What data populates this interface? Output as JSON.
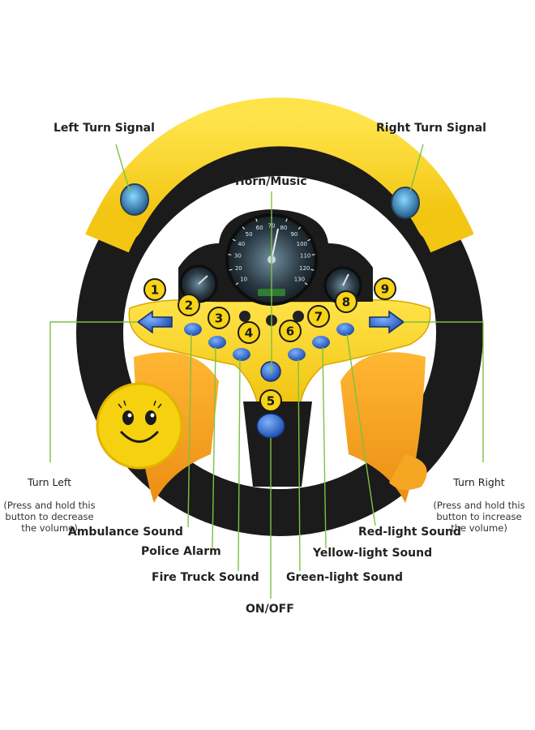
{
  "labels": {
    "left_turn_signal": "Left Turn Signal",
    "right_turn_signal": "Right Turn Signal",
    "horn_music": "Horn/Music",
    "turn_left": "Turn Left",
    "turn_left_note": "(Press and hold this\nbutton to decrease\nthe volume)",
    "turn_right": "Turn Right",
    "turn_right_note": "(Press and hold this\nbutton to increase\nthe volume)",
    "ambulance_sound": "Ambulance Sound",
    "police_alarm": "Police Alarm",
    "fire_truck_sound": "Fire Truck Sound",
    "on_off": "ON/OFF",
    "red_light_sound": "Red-light Sound",
    "yellow_light_sound": "Yellow-light Sound",
    "green_light_sound": "Green-light Sound"
  },
  "button_numbers": [
    "1",
    "2",
    "3",
    "4",
    "5",
    "6",
    "7",
    "8",
    "9"
  ],
  "speedometer_ticks": [
    "10",
    "20",
    "30",
    "40",
    "50",
    "60",
    "70",
    "80",
    "90",
    "100",
    "110",
    "120",
    "130"
  ],
  "colors": {
    "yellow": "#f7d417",
    "black": "#1b1b1b",
    "orange": "#f5a623",
    "blue": "#2a6fd6",
    "leader_line": "#7cc243"
  },
  "icons": [
    "smiley-face-icon",
    "left-arrow-icon",
    "right-arrow-icon",
    "speedometer-icon"
  ]
}
